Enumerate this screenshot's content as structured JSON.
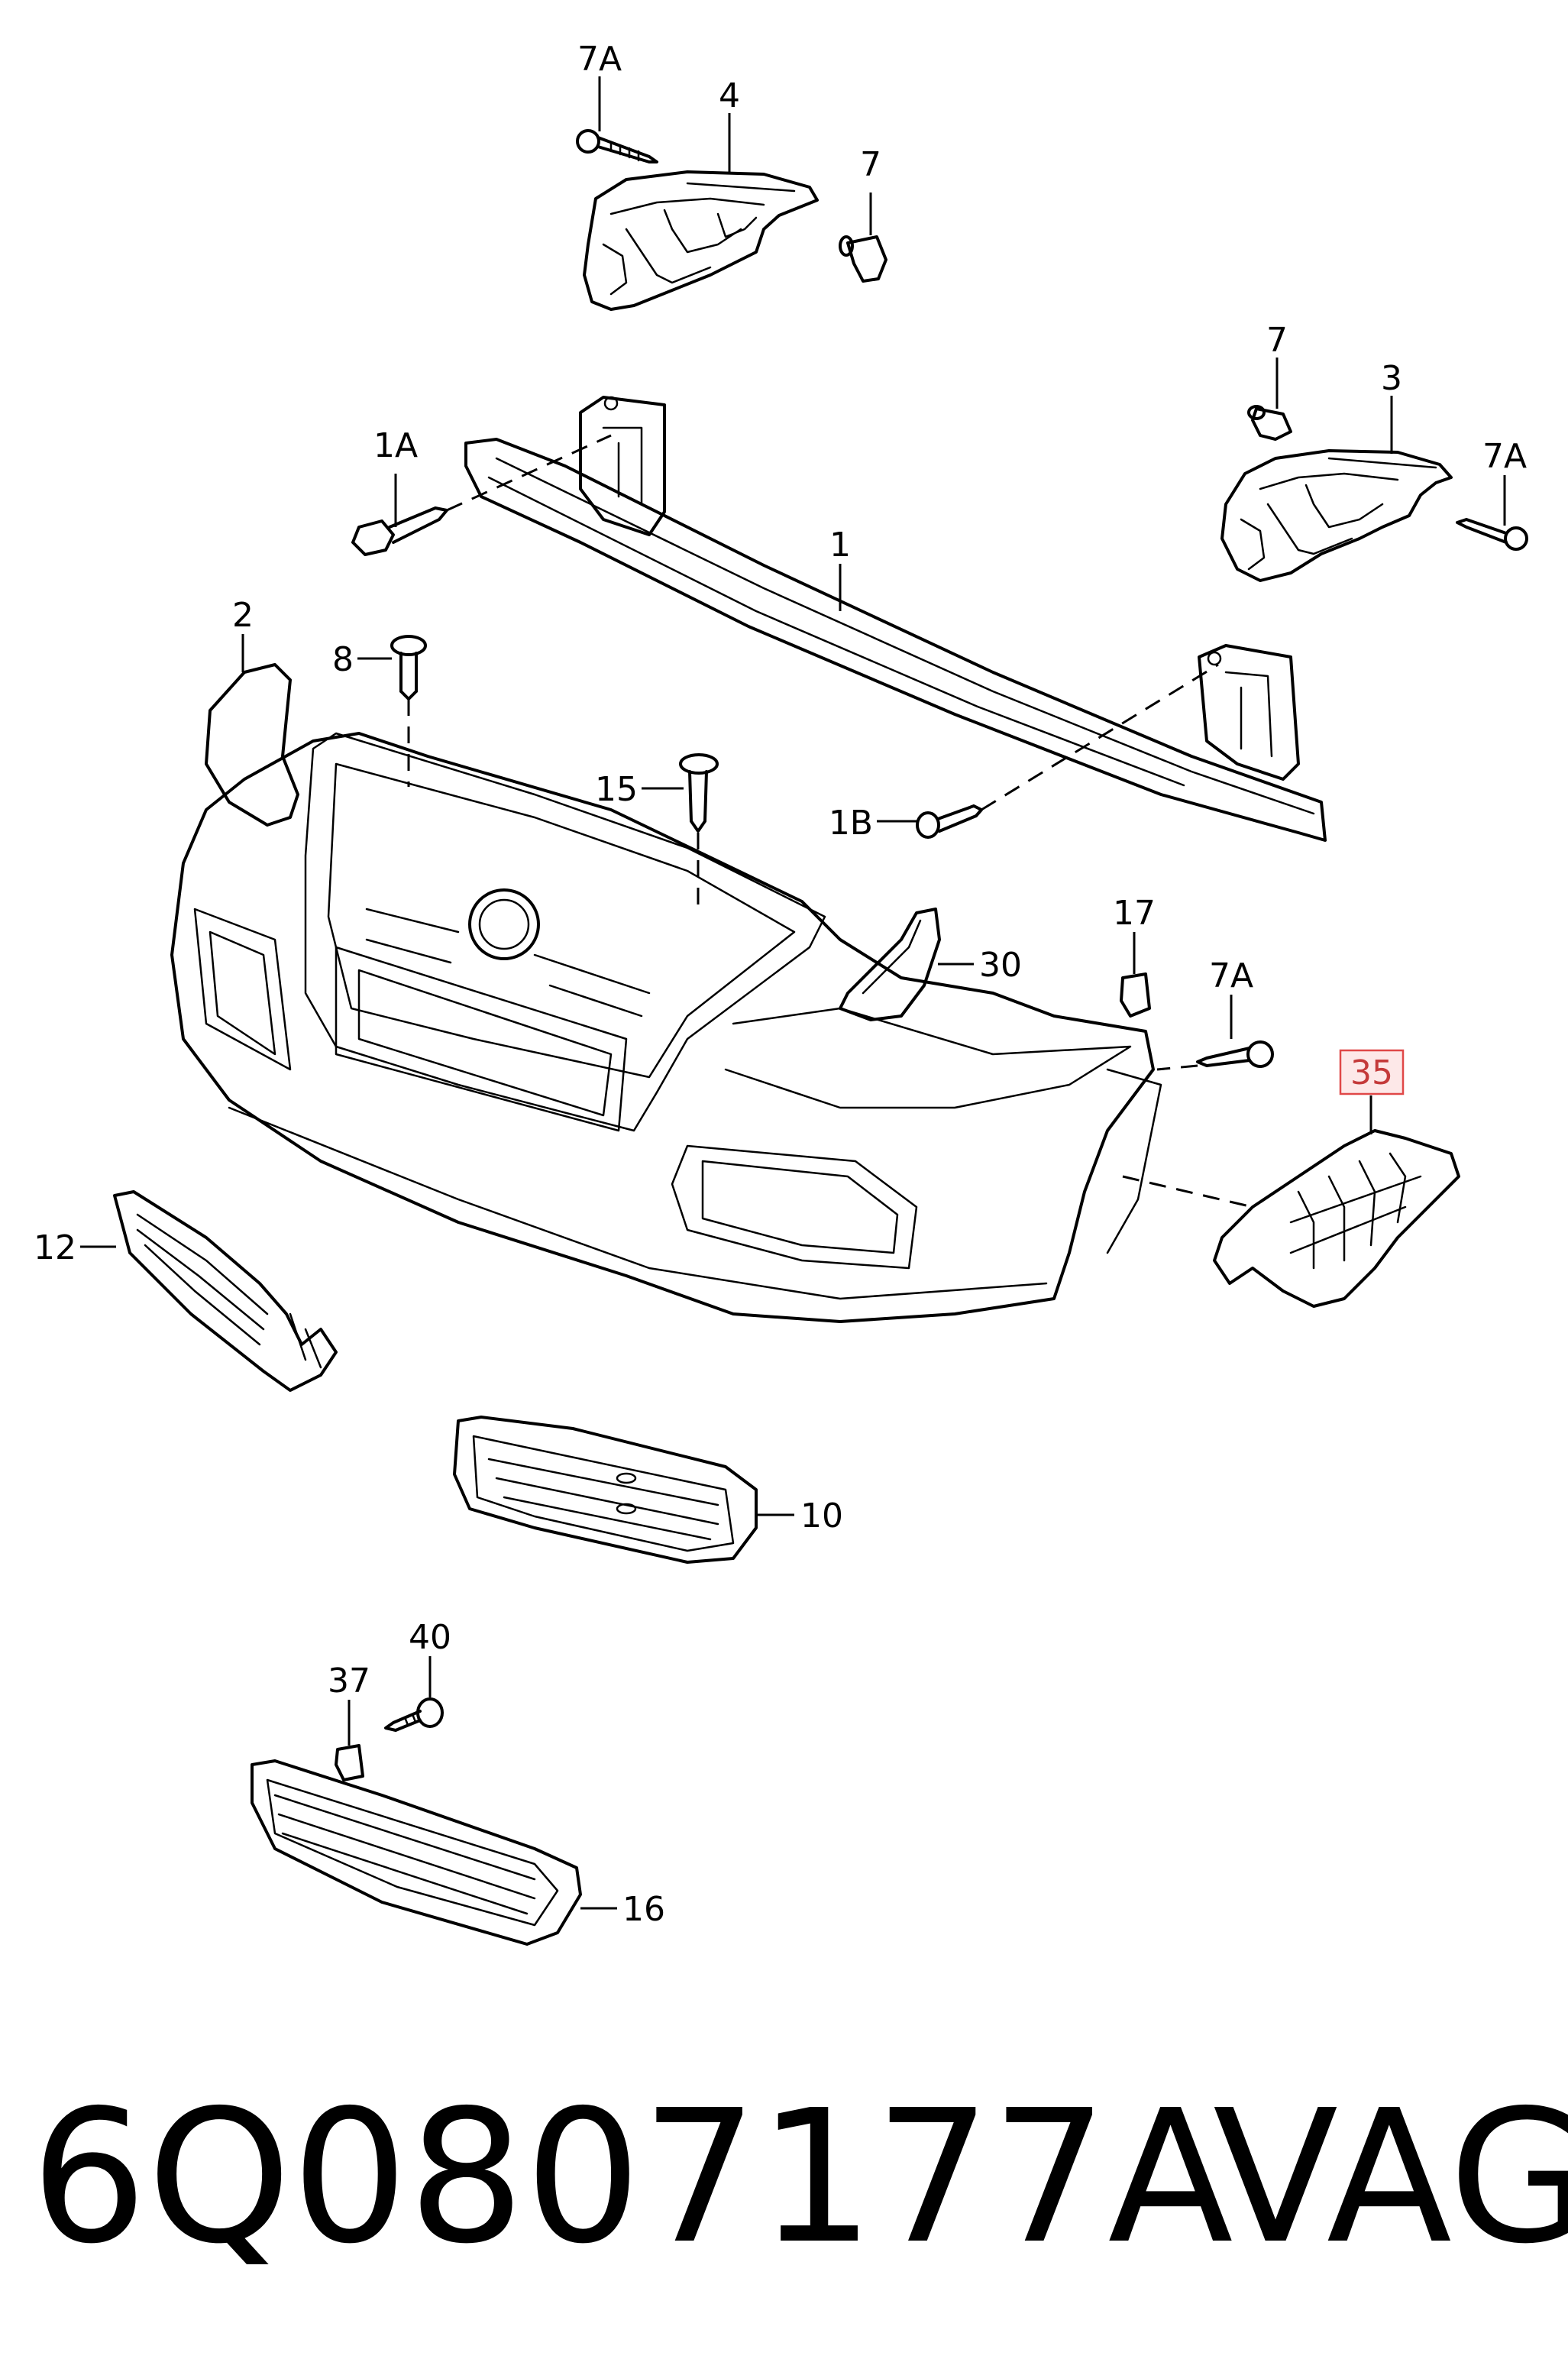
{
  "callouts": {
    "c7a_top": "7A",
    "c4": "4",
    "c7_top": "7",
    "c7_right": "7",
    "c3": "3",
    "c7a_right": "7A",
    "c1a": "1A",
    "c1": "1",
    "c2": "2",
    "c8": "8",
    "c15": "15",
    "c1b": "1B",
    "c17": "17",
    "c30": "30",
    "c7a_mid": "7A",
    "c35": "35",
    "c12": "12",
    "c10": "10",
    "c37": "37",
    "c40": "40",
    "c16": "16"
  },
  "highlighted_callout": "35",
  "highlight_colors": {
    "fill": "#fde8e8",
    "stroke": "#e04848",
    "text": "#c43a3a"
  },
  "footer": {
    "part_number": "6Q0807177A",
    "brand": "VAG"
  }
}
